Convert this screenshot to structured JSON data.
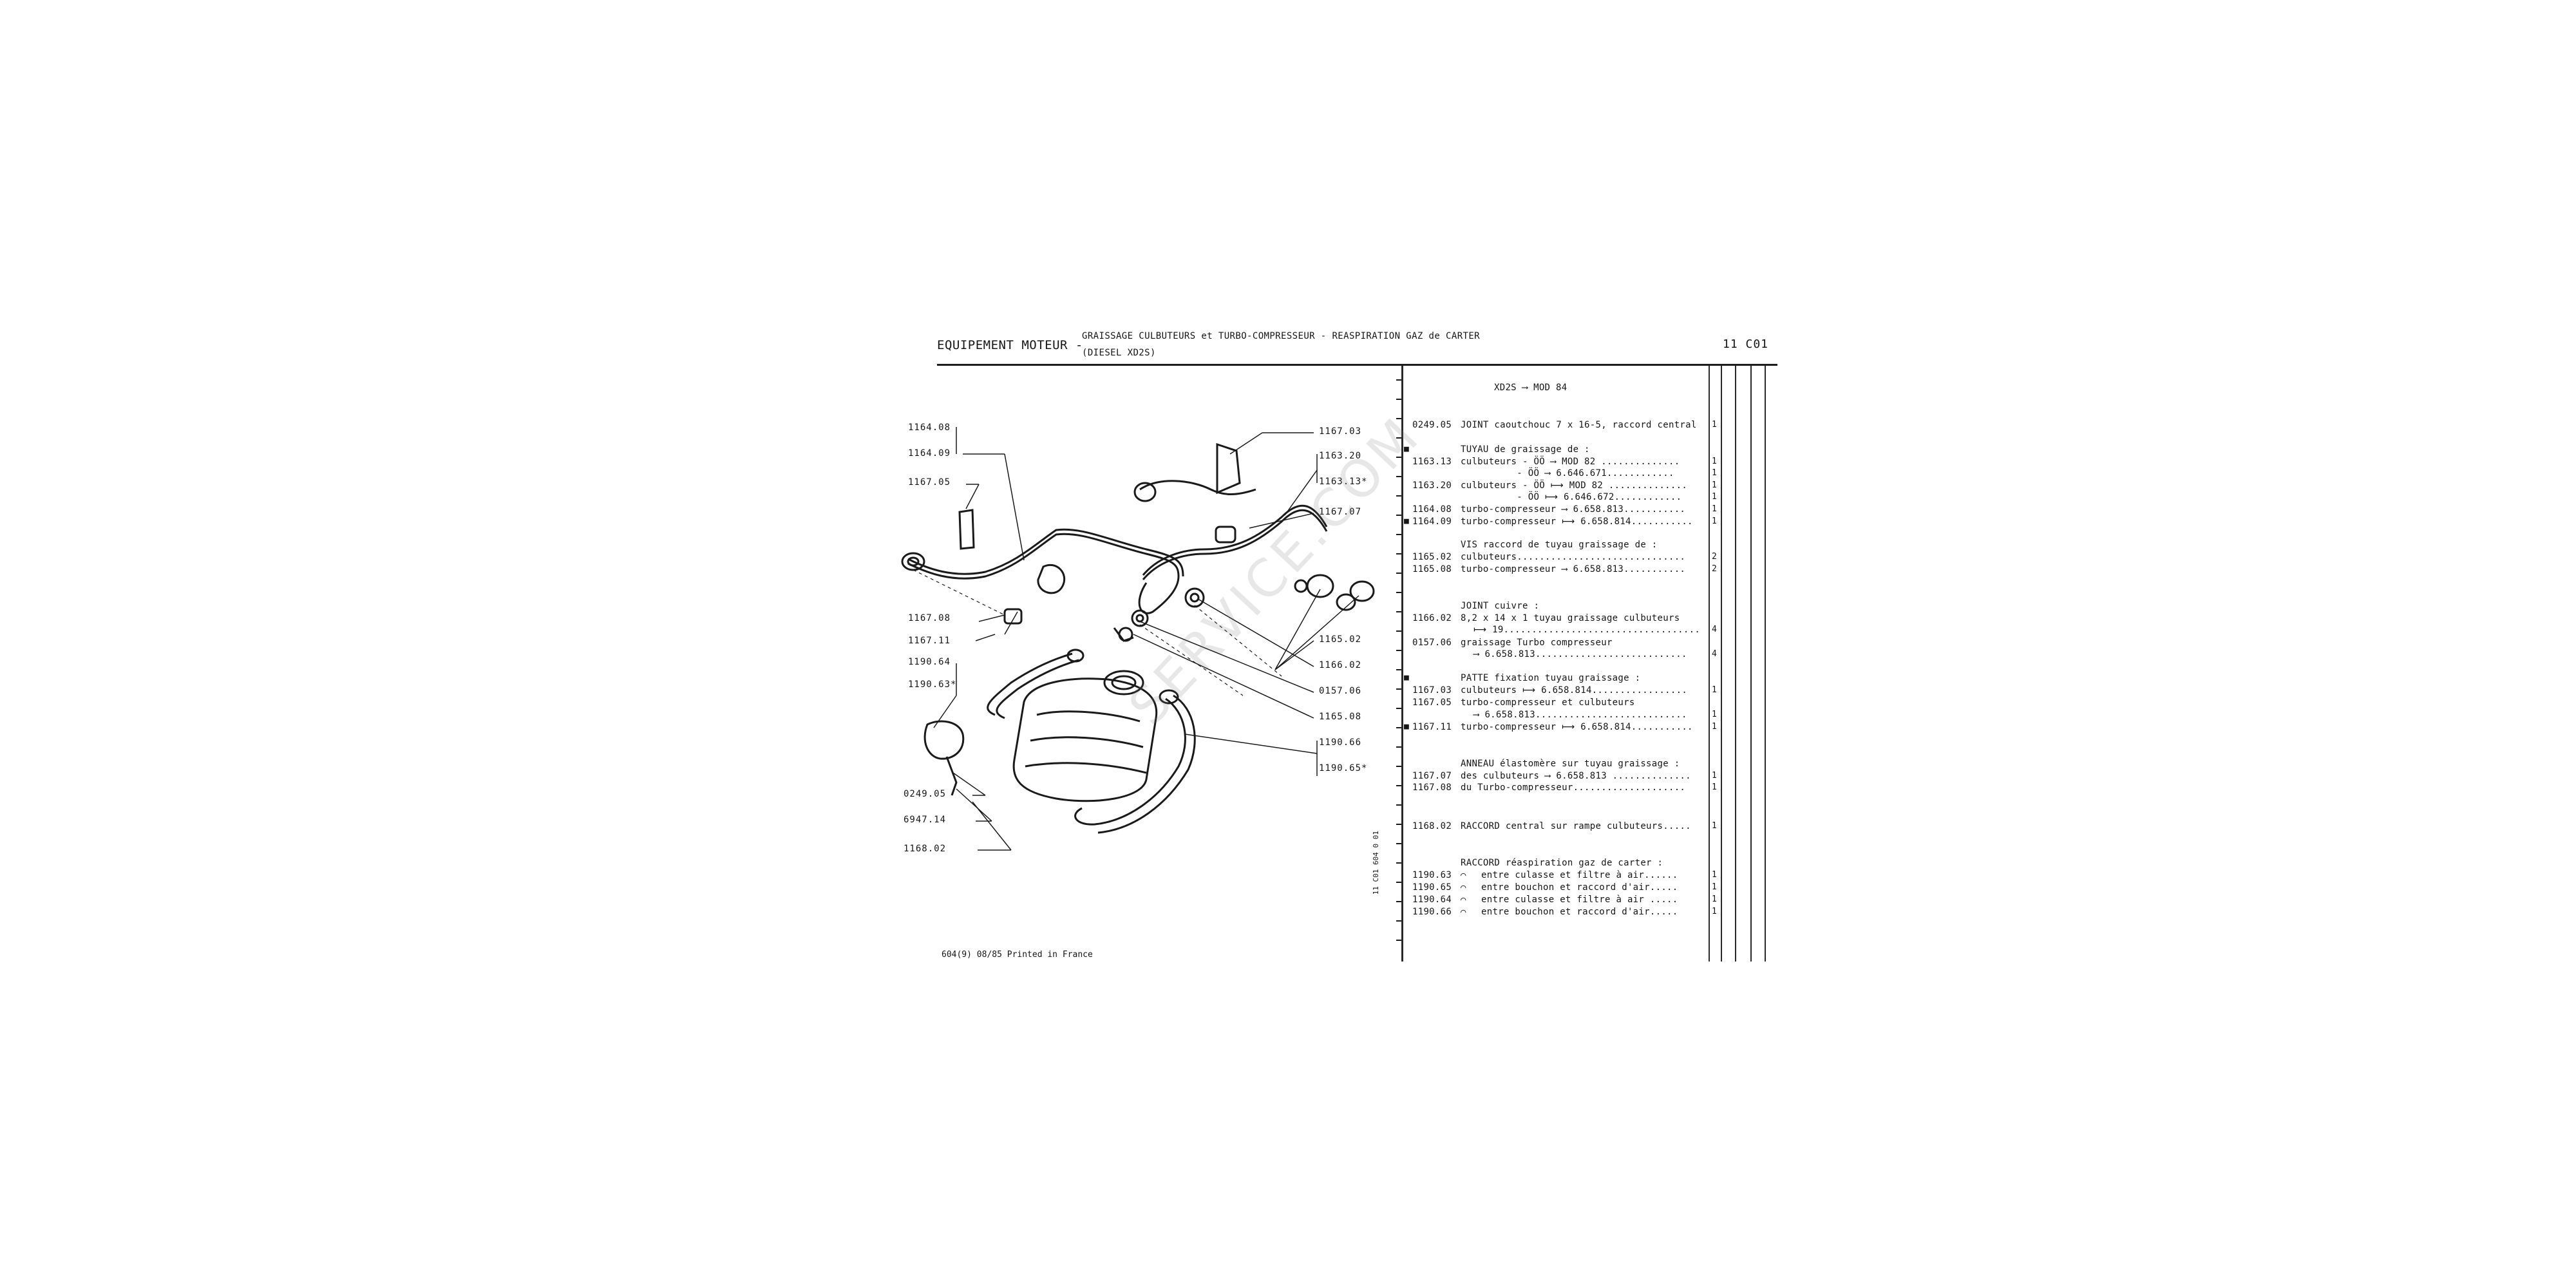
{
  "header": {
    "section": "EQUIPEMENT MOTEUR -",
    "subtitle_1": "GRAISSAGE CULBUTEURS et TURBO-COMPRESSEUR - REASPIRATION GAZ de CARTER",
    "subtitle_2": "(DIESEL XD2S)",
    "page_code": "11 C01"
  },
  "callouts_left": [
    "1164.08",
    "1164.09",
    "1167.05",
    "1167.08",
    "1167.11",
    "1190.64",
    "1190.63*",
    "0249.05",
    "6947.14",
    "1168.02"
  ],
  "callouts_right": [
    "1167.03",
    "1163.20",
    "1163.13*",
    "1167.07",
    "1165.02",
    "1166.02",
    "0157.06",
    "1165.08",
    "1190.66",
    "1190.65*"
  ],
  "parts": {
    "model_line": "XD2S ⟶ MOD 84",
    "rows": [
      {
        "ref": "0249.05",
        "text": "JOINT caoutchouc 7 x 16-5, raccord central",
        "qty": "1"
      },
      {
        "ref": "",
        "text": "TUYAU de graissage de :",
        "qty": ""
      },
      {
        "ref": "1163.13",
        "text": "culbuteurs - ÖÖ ⟶ MOD 82 ..............",
        "qty": "1"
      },
      {
        "ref": "",
        "text": "          - ÖÖ ⟶ 6.646.671............",
        "qty": "1"
      },
      {
        "ref": "1163.20",
        "text": "culbuteurs - ÖÖ ⟼ MOD 82 ..............",
        "qty": "1"
      },
      {
        "ref": "",
        "text": "          - ÖÖ ⟼ 6.646.672............",
        "qty": "1"
      },
      {
        "ref": "1164.08",
        "text": "turbo-compresseur ⟶ 6.658.813...........",
        "qty": "1"
      },
      {
        "ref": "1164.09",
        "text": "turbo-compresseur ⟼ 6.658.814...........",
        "qty": "1"
      },
      {
        "ref": "",
        "text": "VIS raccord de tuyau graissage de :",
        "qty": ""
      },
      {
        "ref": "1165.02",
        "text": "culbuteurs..............................",
        "qty": "2"
      },
      {
        "ref": "1165.08",
        "text": "turbo-compresseur ⟶ 6.658.813...........",
        "qty": "2"
      },
      {
        "ref": "",
        "text": "JOINT cuivre :",
        "qty": ""
      },
      {
        "ref": "1166.02",
        "text": "8,2 x 14 x 1 tuyau graissage culbuteurs",
        "qty": ""
      },
      {
        "ref": "",
        "text": "⟼ 19...................................",
        "qty": "4"
      },
      {
        "ref": "0157.06",
        "text": "graissage Turbo compresseur",
        "qty": ""
      },
      {
        "ref": "",
        "text": "⟶ 6.658.813...........................",
        "qty": "4"
      },
      {
        "ref": "",
        "text": "PATTE fixation tuyau graissage :",
        "qty": ""
      },
      {
        "ref": "1167.03",
        "text": "culbuteurs ⟼ 6.658.814.................",
        "qty": "1"
      },
      {
        "ref": "1167.05",
        "text": "turbo-compresseur et culbuteurs",
        "qty": ""
      },
      {
        "ref": "",
        "text": "⟶ 6.658.813...........................",
        "qty": "1"
      },
      {
        "ref": "1167.11",
        "text": "turbo-compresseur ⟼ 6.658.814...........",
        "qty": "1"
      },
      {
        "ref": "",
        "text": "ANNEAU élastomère sur tuyau graissage :",
        "qty": ""
      },
      {
        "ref": "1167.07",
        "text": "des culbuteurs ⟶ 6.658.813 ..............",
        "qty": "1"
      },
      {
        "ref": "1167.08",
        "text": "du Turbo-compresseur....................",
        "qty": "1"
      },
      {
        "ref": "1168.02",
        "text": "RACCORD central sur rampe culbuteurs.....",
        "qty": "1"
      },
      {
        "ref": "",
        "text": "RACCORD réaspiration gaz de carter :",
        "qty": ""
      },
      {
        "ref": "1190.63",
        "text": "entre culasse et filtre à air......",
        "qty": "1"
      },
      {
        "ref": "1190.65",
        "text": "entre bouchon et raccord d'air.....",
        "qty": "1"
      },
      {
        "ref": "1190.64",
        "text": "entre culasse et filtre à air .....",
        "qty": "1"
      },
      {
        "ref": "1190.66",
        "text": "entre bouchon et raccord d'air.....",
        "qty": "1"
      }
    ]
  },
  "footer": {
    "print_note": "604(9) 08/85 Printed in France",
    "side_code": "11 C01 604 0 01"
  },
  "watermark": "SERVICE.COM",
  "colors": {
    "ink": "#161616",
    "paper": "#ffffff"
  }
}
